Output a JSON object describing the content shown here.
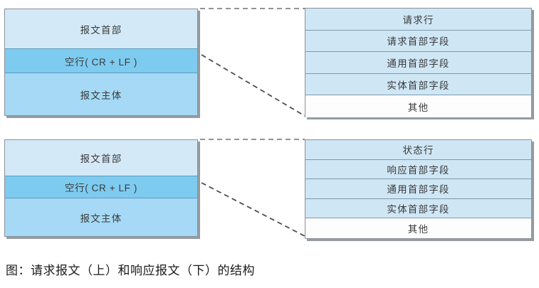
{
  "figure": {
    "caption": "图：请求报文（上）和响应报文（下）的结构",
    "background_color": "#ffffff",
    "colors": {
      "header_band": "#d4e9f7",
      "blank_line_band": "#7ecbf0",
      "body_band": "#a5d9f5",
      "table_row": "#cfe6f5",
      "table_row_other": "#fdfdfd",
      "border": "#8a9199",
      "shadow": "#828a91",
      "text": "#3a3a3a",
      "connector": "#555b60"
    }
  },
  "diagrams": [
    {
      "id": "request-message",
      "name": "请求报文",
      "message_box": {
        "bands": [
          {
            "label": "报文首部",
            "role": "message-header",
            "color": "#d4e9f7"
          },
          {
            "label": "空行( CR + LF )",
            "role": "blank-line",
            "color": "#7ecbf0"
          },
          {
            "label": "报文主体",
            "role": "message-body",
            "color": "#a5d9f5"
          }
        ]
      },
      "field_table": {
        "rows": [
          {
            "label": "请求行",
            "style": "filled"
          },
          {
            "label": "请求首部字段",
            "style": "filled"
          },
          {
            "label": "通用首部字段",
            "style": "filled"
          },
          {
            "label": "实体首部字段",
            "style": "filled"
          },
          {
            "label": "其他",
            "style": "plain"
          }
        ]
      }
    },
    {
      "id": "response-message",
      "name": "响应报文",
      "message_box": {
        "bands": [
          {
            "label": "报文首部",
            "role": "message-header",
            "color": "#d4e9f7"
          },
          {
            "label": "空行( CR + LF )",
            "role": "blank-line",
            "color": "#7ecbf0"
          },
          {
            "label": "报文主体",
            "role": "message-body",
            "color": "#a5d9f5"
          }
        ]
      },
      "field_table": {
        "rows": [
          {
            "label": "状态行",
            "style": "filled"
          },
          {
            "label": "响应首部字段",
            "style": "filled"
          },
          {
            "label": "通用首部字段",
            "style": "filled"
          },
          {
            "label": "实体首部字段",
            "style": "filled"
          },
          {
            "label": "其他",
            "style": "plain"
          }
        ]
      }
    }
  ]
}
